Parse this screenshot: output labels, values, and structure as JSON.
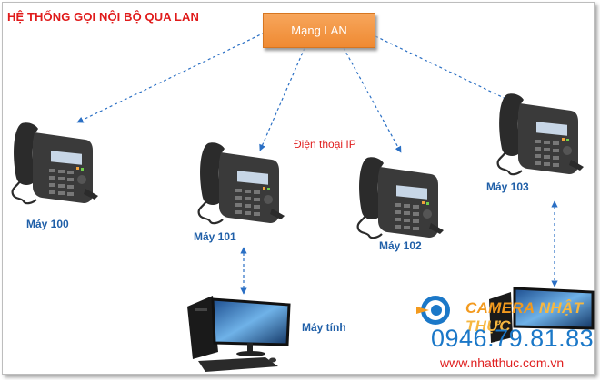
{
  "title": "HỆ THỐNG GỌI NỘI BỘ QUA LAN",
  "lan": {
    "label": "Mạng LAN"
  },
  "ip_phone_label": "Điện thoại IP",
  "devices": {
    "m100": "Máy 100",
    "m101": "Máy 101",
    "m102": "Máy 102",
    "m103": "Máy 103",
    "computer": "Máy tính"
  },
  "brand": {
    "name_part1": "CAMERA ",
    "name_part2": "NHẬT THỰC",
    "phone": "0946.79.81.83",
    "website": "www.nhatthuc.com.vn"
  },
  "colors": {
    "title": "#e01b1b",
    "lan_box": "#ef8a32",
    "device_label": "#1f5fa8",
    "connector": "#2a6fc4",
    "brand_phone": "#1b78c8"
  }
}
